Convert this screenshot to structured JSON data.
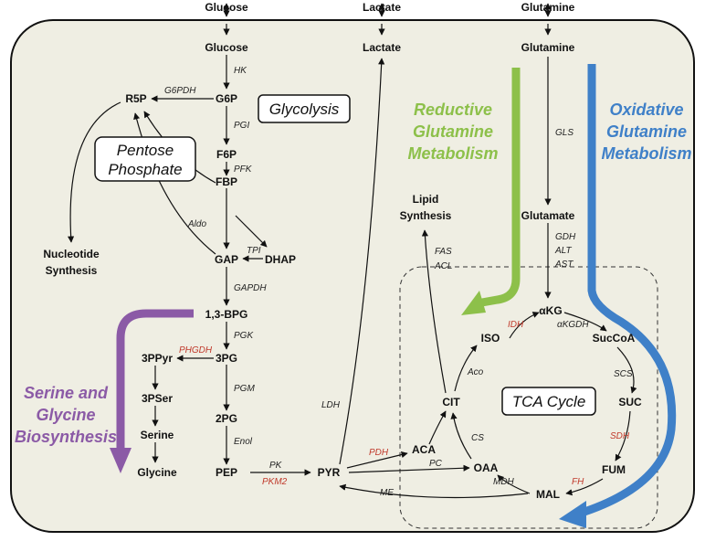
{
  "external": {
    "glucose": "Glucose",
    "lactate": "Lactate",
    "glutamine": "Glutamine"
  },
  "metabolites": {
    "glucose": "Glucose",
    "g6p": "G6P",
    "r5p": "R5P",
    "f6p": "F6P",
    "fbp": "FBP",
    "gap": "GAP",
    "dhap": "DHAP",
    "bpg": "1,3-BPG",
    "pg3": "3PG",
    "pg2": "2PG",
    "pep": "PEP",
    "pyr": "PYR",
    "lactate": "Lactate",
    "ppyr3": "3PPyr",
    "pser3": "3PSer",
    "serine": "Serine",
    "glycine": "Glycine",
    "nucleotide1": "Nucleotide",
    "nucleotide2": "Synthesis",
    "lipid1": "Lipid",
    "lipid2": "Synthesis",
    "glutamine": "Glutamine",
    "glutamate": "Glutamate",
    "akg": "αKG",
    "iso": "ISO",
    "succoa": "SucCoA",
    "cit": "CIT",
    "suc": "SUC",
    "fum": "FUM",
    "mal": "MAL",
    "oaa": "OAA",
    "aca": "ACA"
  },
  "enzymes": {
    "hk": "HK",
    "g6pdh": "G6PDH",
    "pgi": "PGI",
    "pfk": "PFK",
    "aldo": "Aldo",
    "tpi": "TPI",
    "gapdh": "GAPDH",
    "pgk": "PGK",
    "phgdh": "PHGDH",
    "pgm": "PGM",
    "enol": "Enol",
    "pk": "PK",
    "pkm2": "PKM2",
    "ldh": "LDH",
    "pdh": "PDH",
    "pc": "PC",
    "me": "ME",
    "gls": "GLS",
    "gdh": "GDH",
    "alt": "ALT",
    "ast": "AST",
    "fas": "FAS",
    "acl": "ACL",
    "idh": "IDH",
    "akgdh": "αKGDH",
    "aco": "Aco",
    "scs": "SCS",
    "cs": "CS",
    "sdh": "SDH",
    "mdh": "MDH",
    "fh": "FH"
  },
  "boxes": {
    "glycolysis": "Glycolysis",
    "pentose1": "Pentose",
    "pentose2": "Phosphate",
    "tca": "TCA Cycle"
  },
  "pathways": {
    "reductive": [
      "Reductive",
      "Glutamine",
      "Metabolism"
    ],
    "oxidative": [
      "Oxidative",
      "Glutamine",
      "Metabolism"
    ],
    "serine": [
      "Serine and",
      "Glycine",
      "Biosynthesis"
    ]
  },
  "colors": {
    "background": "#efeee3",
    "reductive": "#8dc04a",
    "oxidative": "#3f80c8",
    "serine": "#8b5aa6",
    "enzyme_highlight": "#c0392b"
  }
}
